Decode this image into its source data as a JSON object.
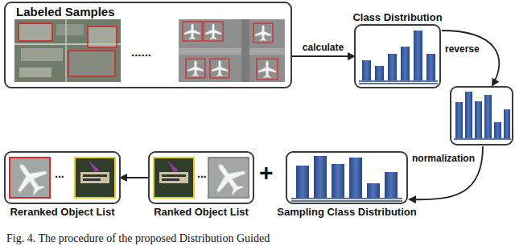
{
  "diagram": {
    "caption": "Fig. 4. The procedure of the proposed Distribution Guided",
    "nodes": [
      {
        "text": [
          "Labeled Samples"
        ]
      },
      {
        "text": [
          "Class Distribution"
        ]
      },
      {
        "text": [
          "Reranked Object List"
        ]
      },
      {
        "text": [
          "Ranked Object List"
        ]
      },
      {
        "text": [
          "Sampling Class Distribution"
        ]
      }
    ],
    "edges": [
      {
        "from": 0,
        "to": 1,
        "arrow": "to",
        "label": "calculate"
      },
      {
        "from": 3,
        "to": 2,
        "arrow": "to"
      }
    ],
    "labels": [
      "reverse",
      "normalization",
      "......",
      "...",
      "...",
      "+"
    ]
  }
}
